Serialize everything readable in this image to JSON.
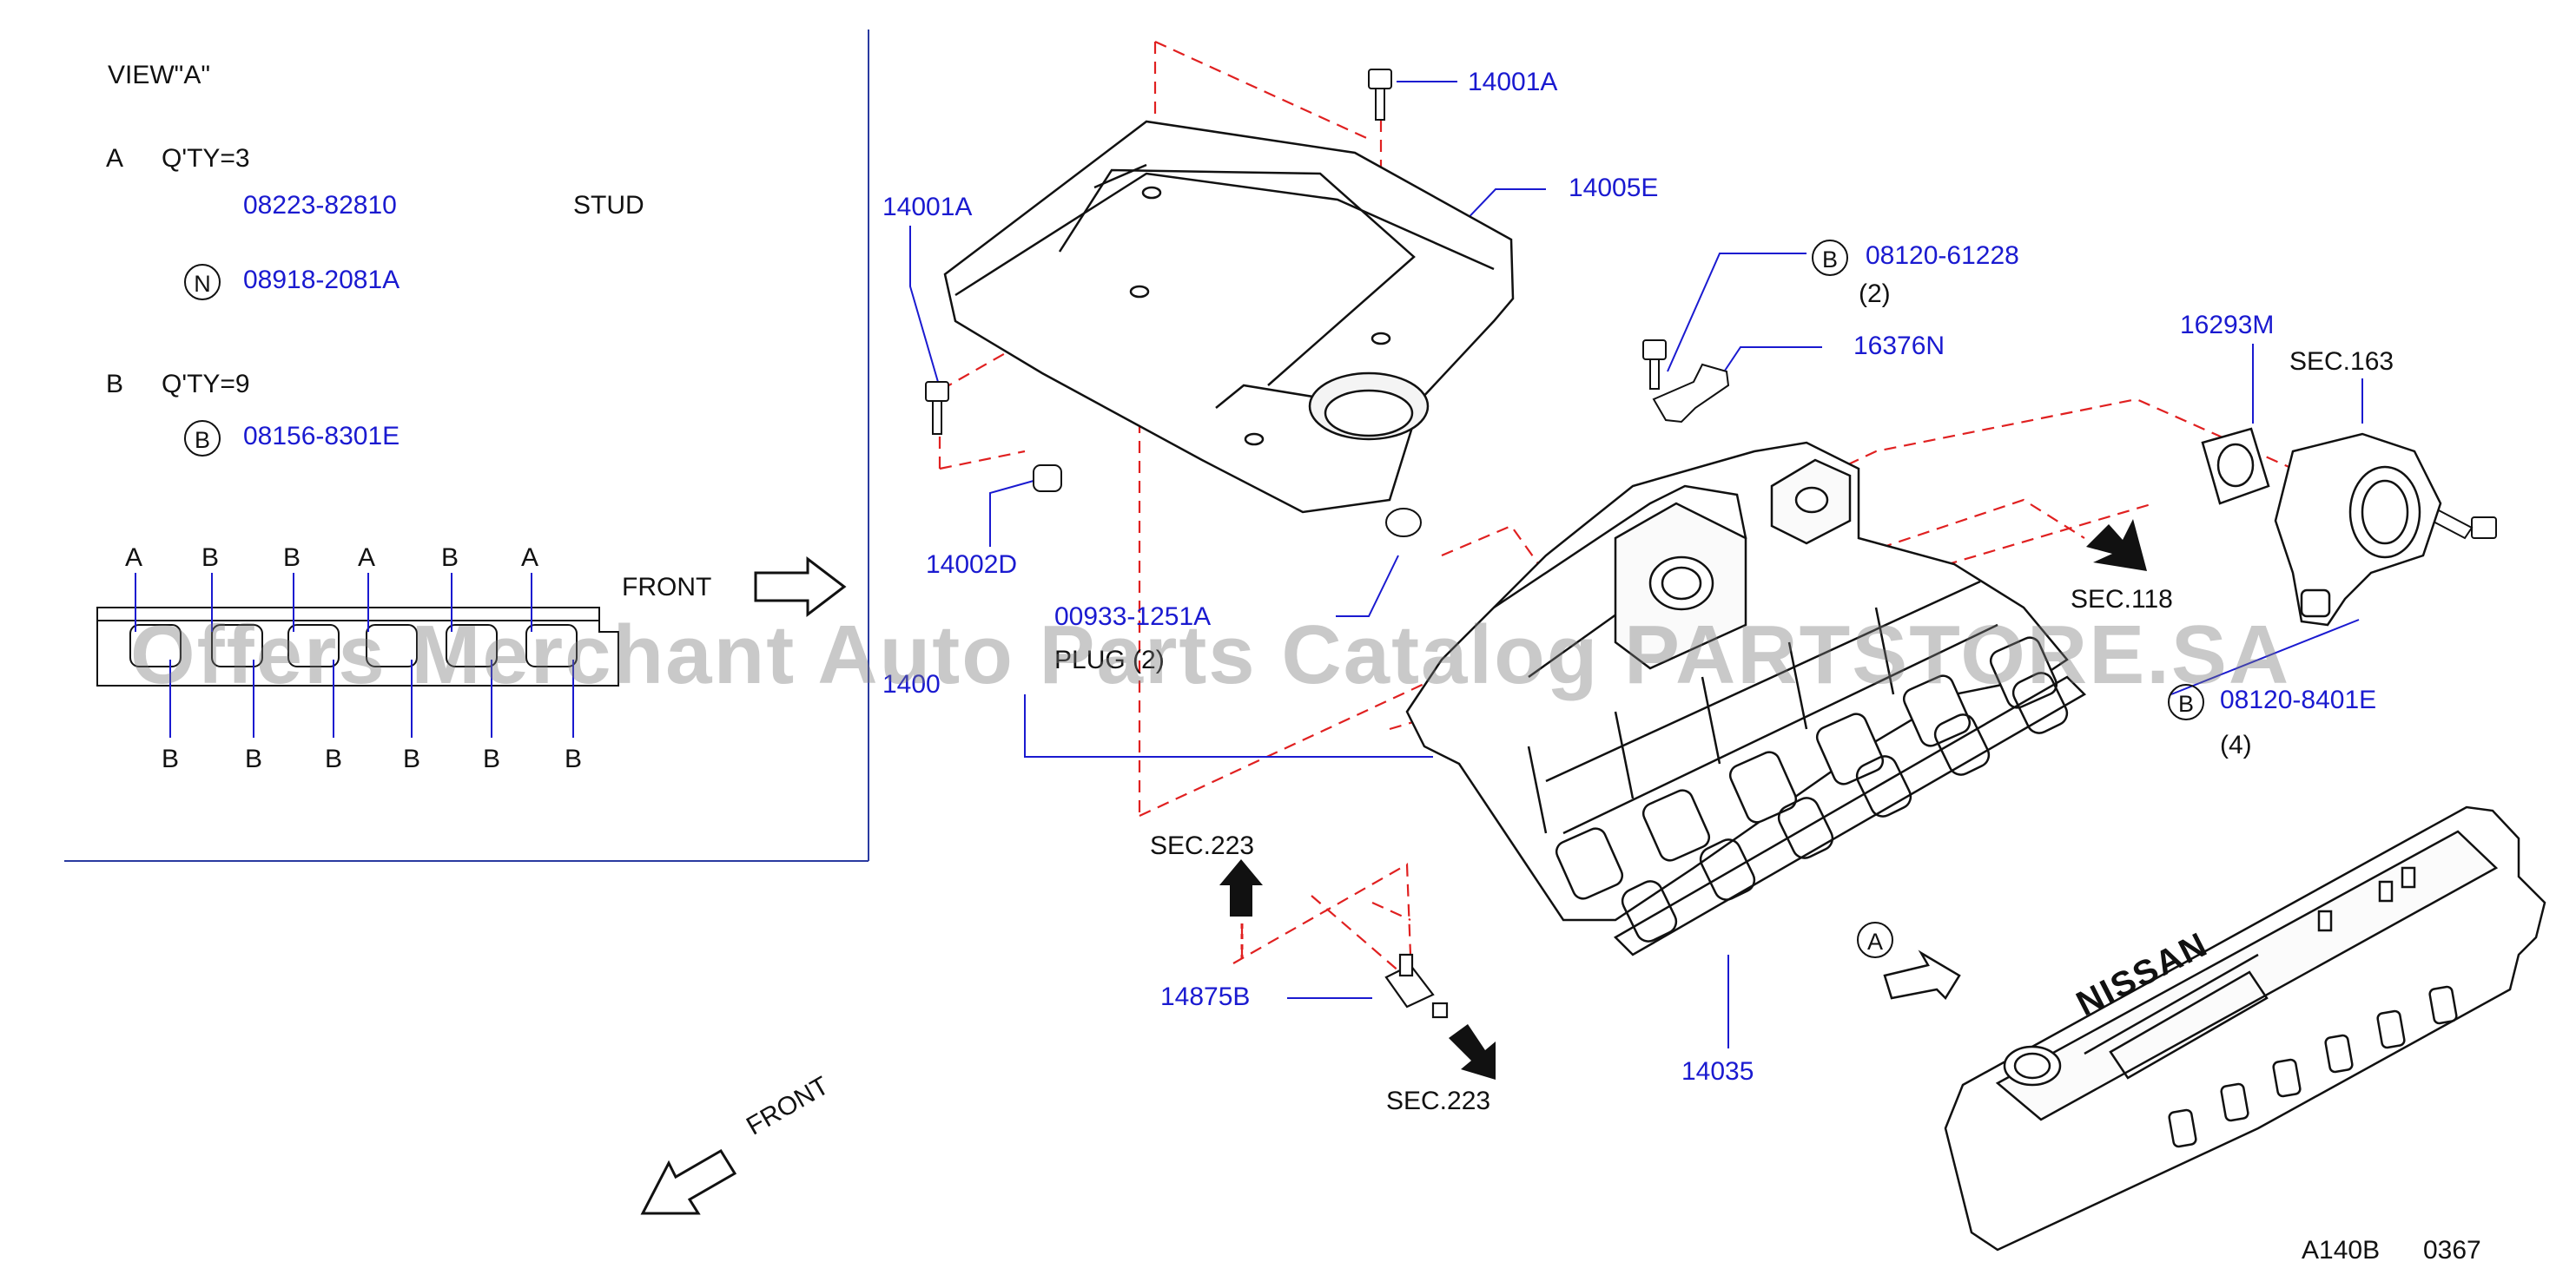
{
  "view": {
    "title": "VIEW\"A\"",
    "a_label": "A",
    "a_qty": "Q'TY=3",
    "a_part1": "08223-82810",
    "a_part1_desc": "STUD",
    "a_part2_code": "N",
    "a_part2": "08918-2081A",
    "b_label": "B",
    "b_qty": "Q'TY=9",
    "b_part_code": "B",
    "b_part": "08156-8301E",
    "front": "FRONT",
    "top_letters": [
      "A",
      "B",
      "B",
      "A",
      "B",
      "A"
    ],
    "bottom_letters": [
      "B",
      "B",
      "B",
      "B",
      "B",
      "B"
    ]
  },
  "parts": {
    "p14001A_top": "14001A",
    "p14001A_left": "14001A",
    "p14005E": "14005E",
    "p14002D": "14002D",
    "p00933": "00933-1251A",
    "plug": "PLUG (2)",
    "p14001_partial": "1400",
    "p08120_61228_code": "B",
    "p08120_61228": "08120-61228",
    "p08120_61228_qty": "(2)",
    "p16376N": "16376N",
    "p16293M": "16293M",
    "sec163": "SEC.163",
    "sec118": "SEC.118",
    "p08120_8401E_code": "B",
    "p08120_8401E": "08120-8401E",
    "p08120_8401E_qty": "(4)",
    "sec223_top": "SEC.223",
    "p14875B": "14875B",
    "sec223_bottom": "SEC.223",
    "p14035": "14035",
    "view_a_marker": "A",
    "front_bottom": "FRONT",
    "engine_brand": "NISSAN"
  },
  "footer": {
    "code": "A140B",
    "page": "0367"
  },
  "watermark": "Offers Merchant Auto Parts Catalog PARTSTORE.SA",
  "colors": {
    "part_number": "#1a1ad0",
    "leader": "#1a1ad0",
    "dashed": "#e02020",
    "ink": "#111111",
    "watermark": "#9a9a9a"
  }
}
